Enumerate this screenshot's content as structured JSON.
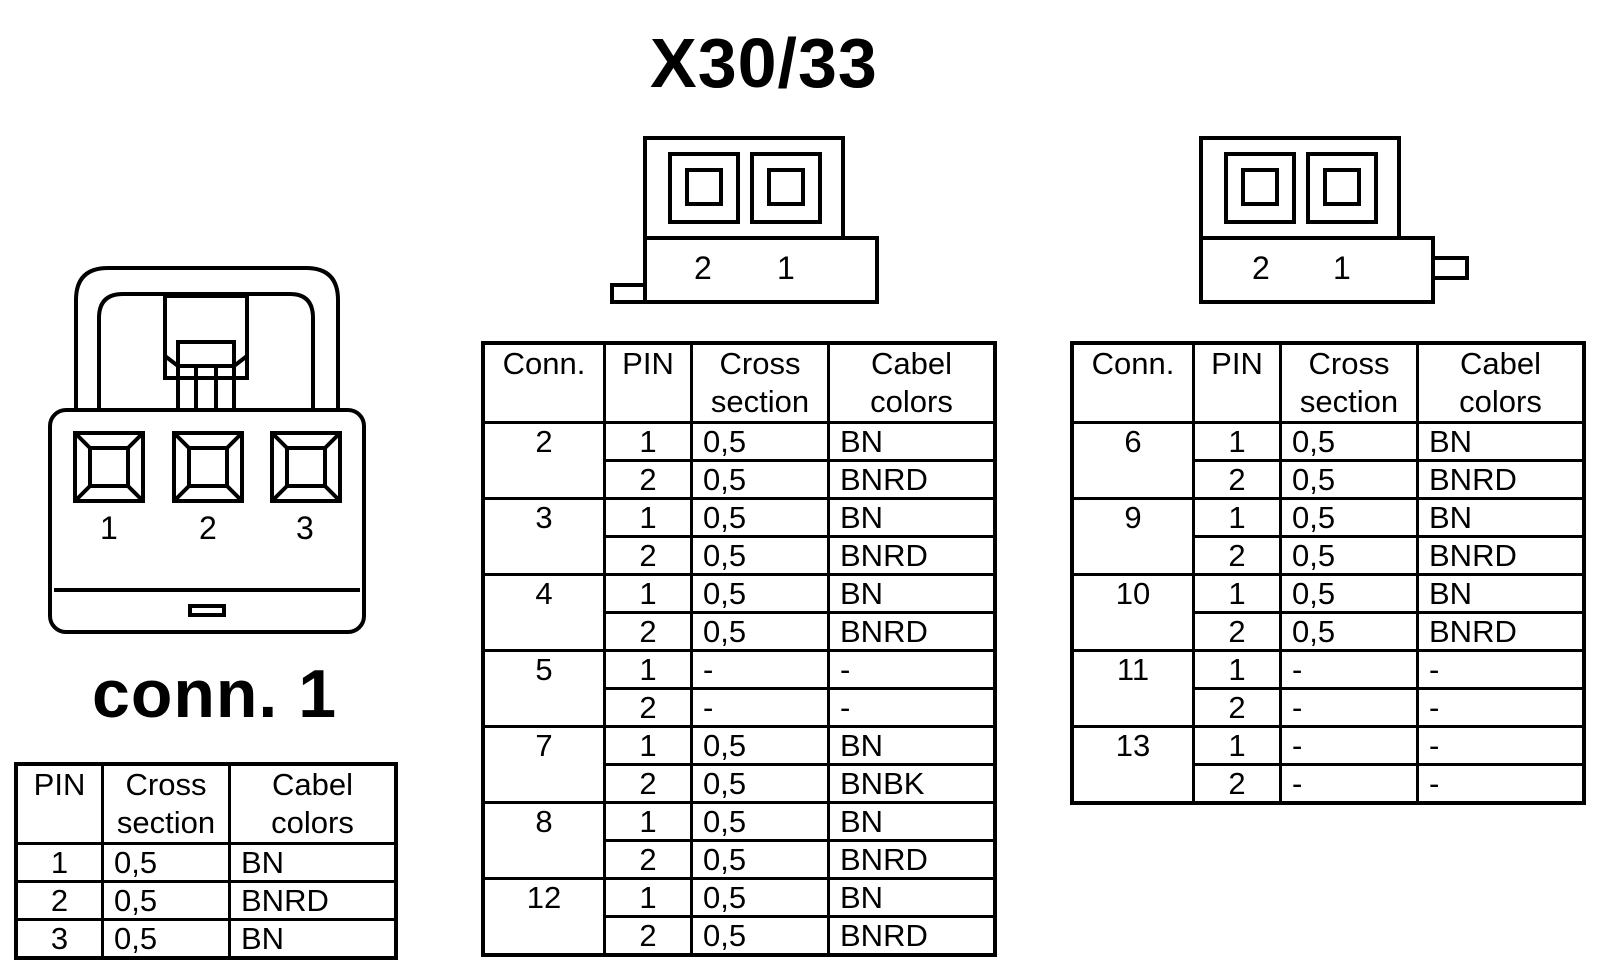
{
  "title": "X30/33",
  "conn1": {
    "title": "conn. 1",
    "pin_labels": [
      "1",
      "2",
      "3"
    ],
    "headers": {
      "pin": "PIN",
      "cross_line1": "Cross",
      "cross_line2": "section",
      "colors_line1": "Cabel",
      "colors_line2": "colors"
    },
    "rows": [
      {
        "pin": "1",
        "cross": "0,5",
        "color": "BN"
      },
      {
        "pin": "2",
        "cross": "0,5",
        "color": "BNRD"
      },
      {
        "pin": "3",
        "cross": "0,5",
        "color": "BN"
      }
    ]
  },
  "left_connector": {
    "pin_labels": [
      "2",
      "1"
    ]
  },
  "right_connector": {
    "pin_labels": [
      "2",
      "1"
    ]
  },
  "x30_headers": {
    "conn": "Conn.",
    "pin": "PIN",
    "cross_line1": "Cross",
    "cross_line2": "section",
    "colors_line1": "Cabel",
    "colors_line2": "colors"
  },
  "left_table": [
    {
      "conn": "2",
      "rows": [
        {
          "pin": "1",
          "cross": "0,5",
          "color": "BN"
        },
        {
          "pin": "2",
          "cross": "0,5",
          "color": "BNRD"
        }
      ]
    },
    {
      "conn": "3",
      "rows": [
        {
          "pin": "1",
          "cross": "0,5",
          "color": "BN"
        },
        {
          "pin": "2",
          "cross": "0,5",
          "color": "BNRD"
        }
      ]
    },
    {
      "conn": "4",
      "rows": [
        {
          "pin": "1",
          "cross": "0,5",
          "color": "BN"
        },
        {
          "pin": "2",
          "cross": "0,5",
          "color": "BNRD"
        }
      ]
    },
    {
      "conn": "5",
      "rows": [
        {
          "pin": "1",
          "cross": "-",
          "color": "-"
        },
        {
          "pin": "2",
          "cross": "-",
          "color": "-"
        }
      ]
    },
    {
      "conn": "7",
      "rows": [
        {
          "pin": "1",
          "cross": "0,5",
          "color": "BN"
        },
        {
          "pin": "2",
          "cross": "0,5",
          "color": "BNBK"
        }
      ]
    },
    {
      "conn": "8",
      "rows": [
        {
          "pin": "1",
          "cross": "0,5",
          "color": "BN"
        },
        {
          "pin": "2",
          "cross": "0,5",
          "color": "BNRD"
        }
      ]
    },
    {
      "conn": "12",
      "rows": [
        {
          "pin": "1",
          "cross": "0,5",
          "color": "BN"
        },
        {
          "pin": "2",
          "cross": "0,5",
          "color": "BNRD"
        }
      ]
    }
  ],
  "right_table": [
    {
      "conn": "6",
      "rows": [
        {
          "pin": "1",
          "cross": "0,5",
          "color": "BN"
        },
        {
          "pin": "2",
          "cross": "0,5",
          "color": "BNRD"
        }
      ]
    },
    {
      "conn": "9",
      "rows": [
        {
          "pin": "1",
          "cross": "0,5",
          "color": "BN"
        },
        {
          "pin": "2",
          "cross": "0,5",
          "color": "BNRD"
        }
      ]
    },
    {
      "conn": "10",
      "rows": [
        {
          "pin": "1",
          "cross": "0,5",
          "color": "BN"
        },
        {
          "pin": "2",
          "cross": "0,5",
          "color": "BNRD"
        }
      ]
    },
    {
      "conn": "11",
      "rows": [
        {
          "pin": "1",
          "cross": "-",
          "color": "-"
        },
        {
          "pin": "2",
          "cross": "-",
          "color": "-"
        }
      ]
    },
    {
      "conn": "13",
      "rows": [
        {
          "pin": "1",
          "cross": "-",
          "color": "-"
        },
        {
          "pin": "2",
          "cross": "-",
          "color": "-"
        }
      ]
    }
  ]
}
